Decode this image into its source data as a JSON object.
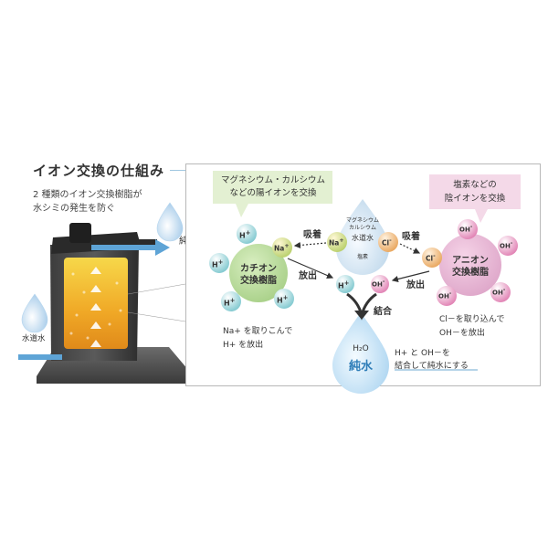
{
  "title": "イオン交換の仕組み",
  "subtitle_lines": [
    "2 種類のイオン交換樹脂が",
    "水シミの発生を防ぐ"
  ],
  "pure_water_label": "純水",
  "tap_water_label": "水道水",
  "cation_box": {
    "lines": [
      "マグネシウム・カルシウム",
      "などの陽イオンを交換"
    ]
  },
  "anion_box": {
    "lines": [
      "塩素などの",
      "陰イオンを交換"
    ]
  },
  "cation_resin": {
    "line1": "カチオン",
    "line2": "交換樹脂"
  },
  "anion_resin": {
    "line1": "アニオン",
    "line2": "交換樹脂"
  },
  "tap_drop": {
    "mini1": "マグネシウム",
    "mini2": "カルシウム",
    "label": "水道水",
    "chlorine": "塩素"
  },
  "ions": {
    "h": "H",
    "na": "Na",
    "cl": "Cl",
    "oh": "OH",
    "plus": "+",
    "minus": "-"
  },
  "adsorb_left": "吸着",
  "adsorb_right": "吸着",
  "release_left": "放出",
  "release_right": "放出",
  "combine": "結合",
  "h2o_drop": {
    "formula": "H₂O",
    "label": "純水"
  },
  "notes": {
    "cation": [
      "Na+ を取りこんで",
      "H+ を放出"
    ],
    "anion": [
      "Cl－を取り込んで",
      "OH－を放出"
    ],
    "combine": [
      "H+ と OH－を",
      "結合して純水にする"
    ]
  }
}
